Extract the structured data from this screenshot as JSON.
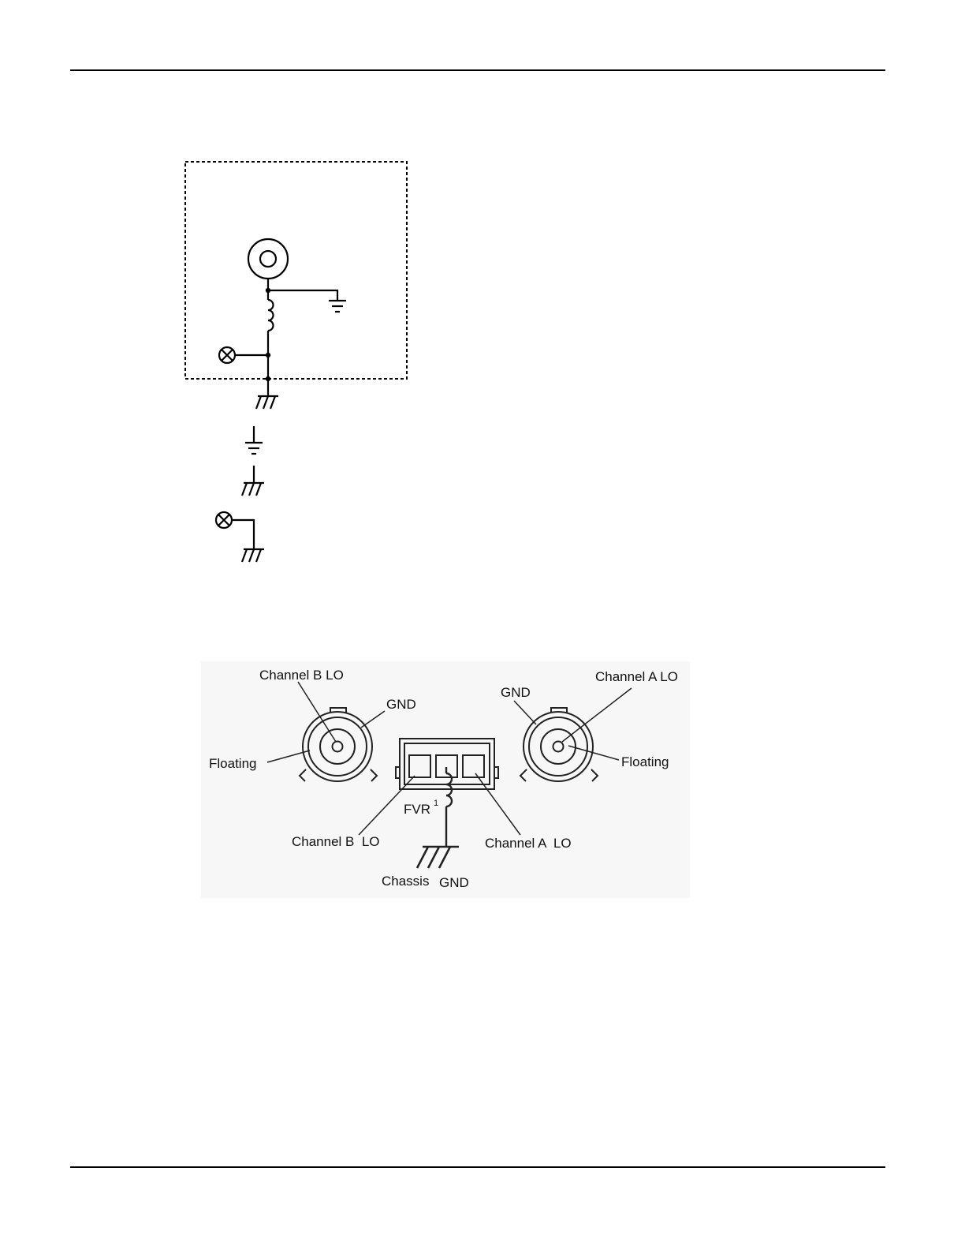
{
  "connector_diagram": {
    "labels": {
      "channel_b_lo_top": "Channel B LO",
      "gnd_left": "GND",
      "floating_left": "Floating",
      "gnd_right": "GND",
      "channel_a_lo_top": "Channel A LO",
      "floating_right": "Floating",
      "fvr": "FVR",
      "fvr_footnote": "1",
      "channel_b_lo_bottom": "Channel B  LO",
      "channel_a_lo_bottom": "Channel A  LO",
      "chassis": "Chassis",
      "chassis_gnd": "GND"
    }
  },
  "colors": {
    "line": "#000000",
    "diagram_background": "#f7f7f7"
  }
}
